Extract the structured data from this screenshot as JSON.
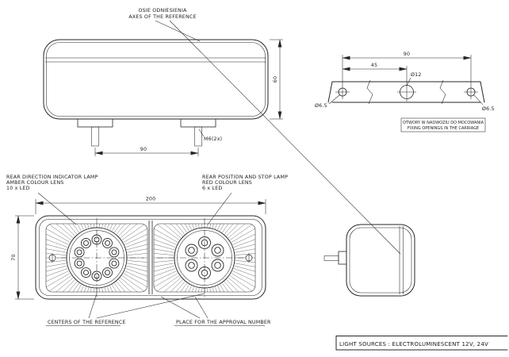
{
  "colors": {
    "ink": "#262626",
    "background": "#ffffff"
  },
  "reference_label": {
    "line1": "OSIE ODNIESIENIA",
    "line2": "AXES OF THE REFERENCE"
  },
  "top_view": {
    "dim_height": "60",
    "dim_stud_spacing": "90",
    "thread_label": "M6(2x)"
  },
  "holes_view": {
    "dim_span": "90",
    "dim_half": "45",
    "dim_center_hole": "Ø12",
    "dim_side_hole_left": "Ø6.5",
    "dim_side_hole_right": "Ø6.5",
    "note": {
      "line1": "OTWORY W NADWOZIU DO MOCOWANIA",
      "line2": "FIXING OPENINGS IN THE CARRIAGE"
    }
  },
  "front_view": {
    "dim_width": "200",
    "dim_height": "70",
    "indicator_label": {
      "line1": "REAR DIRECTION INDICATOR LAMP",
      "line2": "AMBER COLOUR LENS",
      "line3": "10 x LED"
    },
    "stop_label": {
      "line1": "REAR POSITION AND STOP LAMP",
      "line2": "RED COLOUR LENS",
      "line3": "6 x LED"
    },
    "indicator_led_count": 10,
    "stop_led_count": 6,
    "centers_label": "CENTERS OF THE REFERENCE",
    "approval_label": "PLACE FOR THE APPROVAL NUMBER"
  },
  "footer": {
    "light_sources": "LIGHT SOURCES : ELECTROLUMINESCENT  12V, 24V"
  }
}
